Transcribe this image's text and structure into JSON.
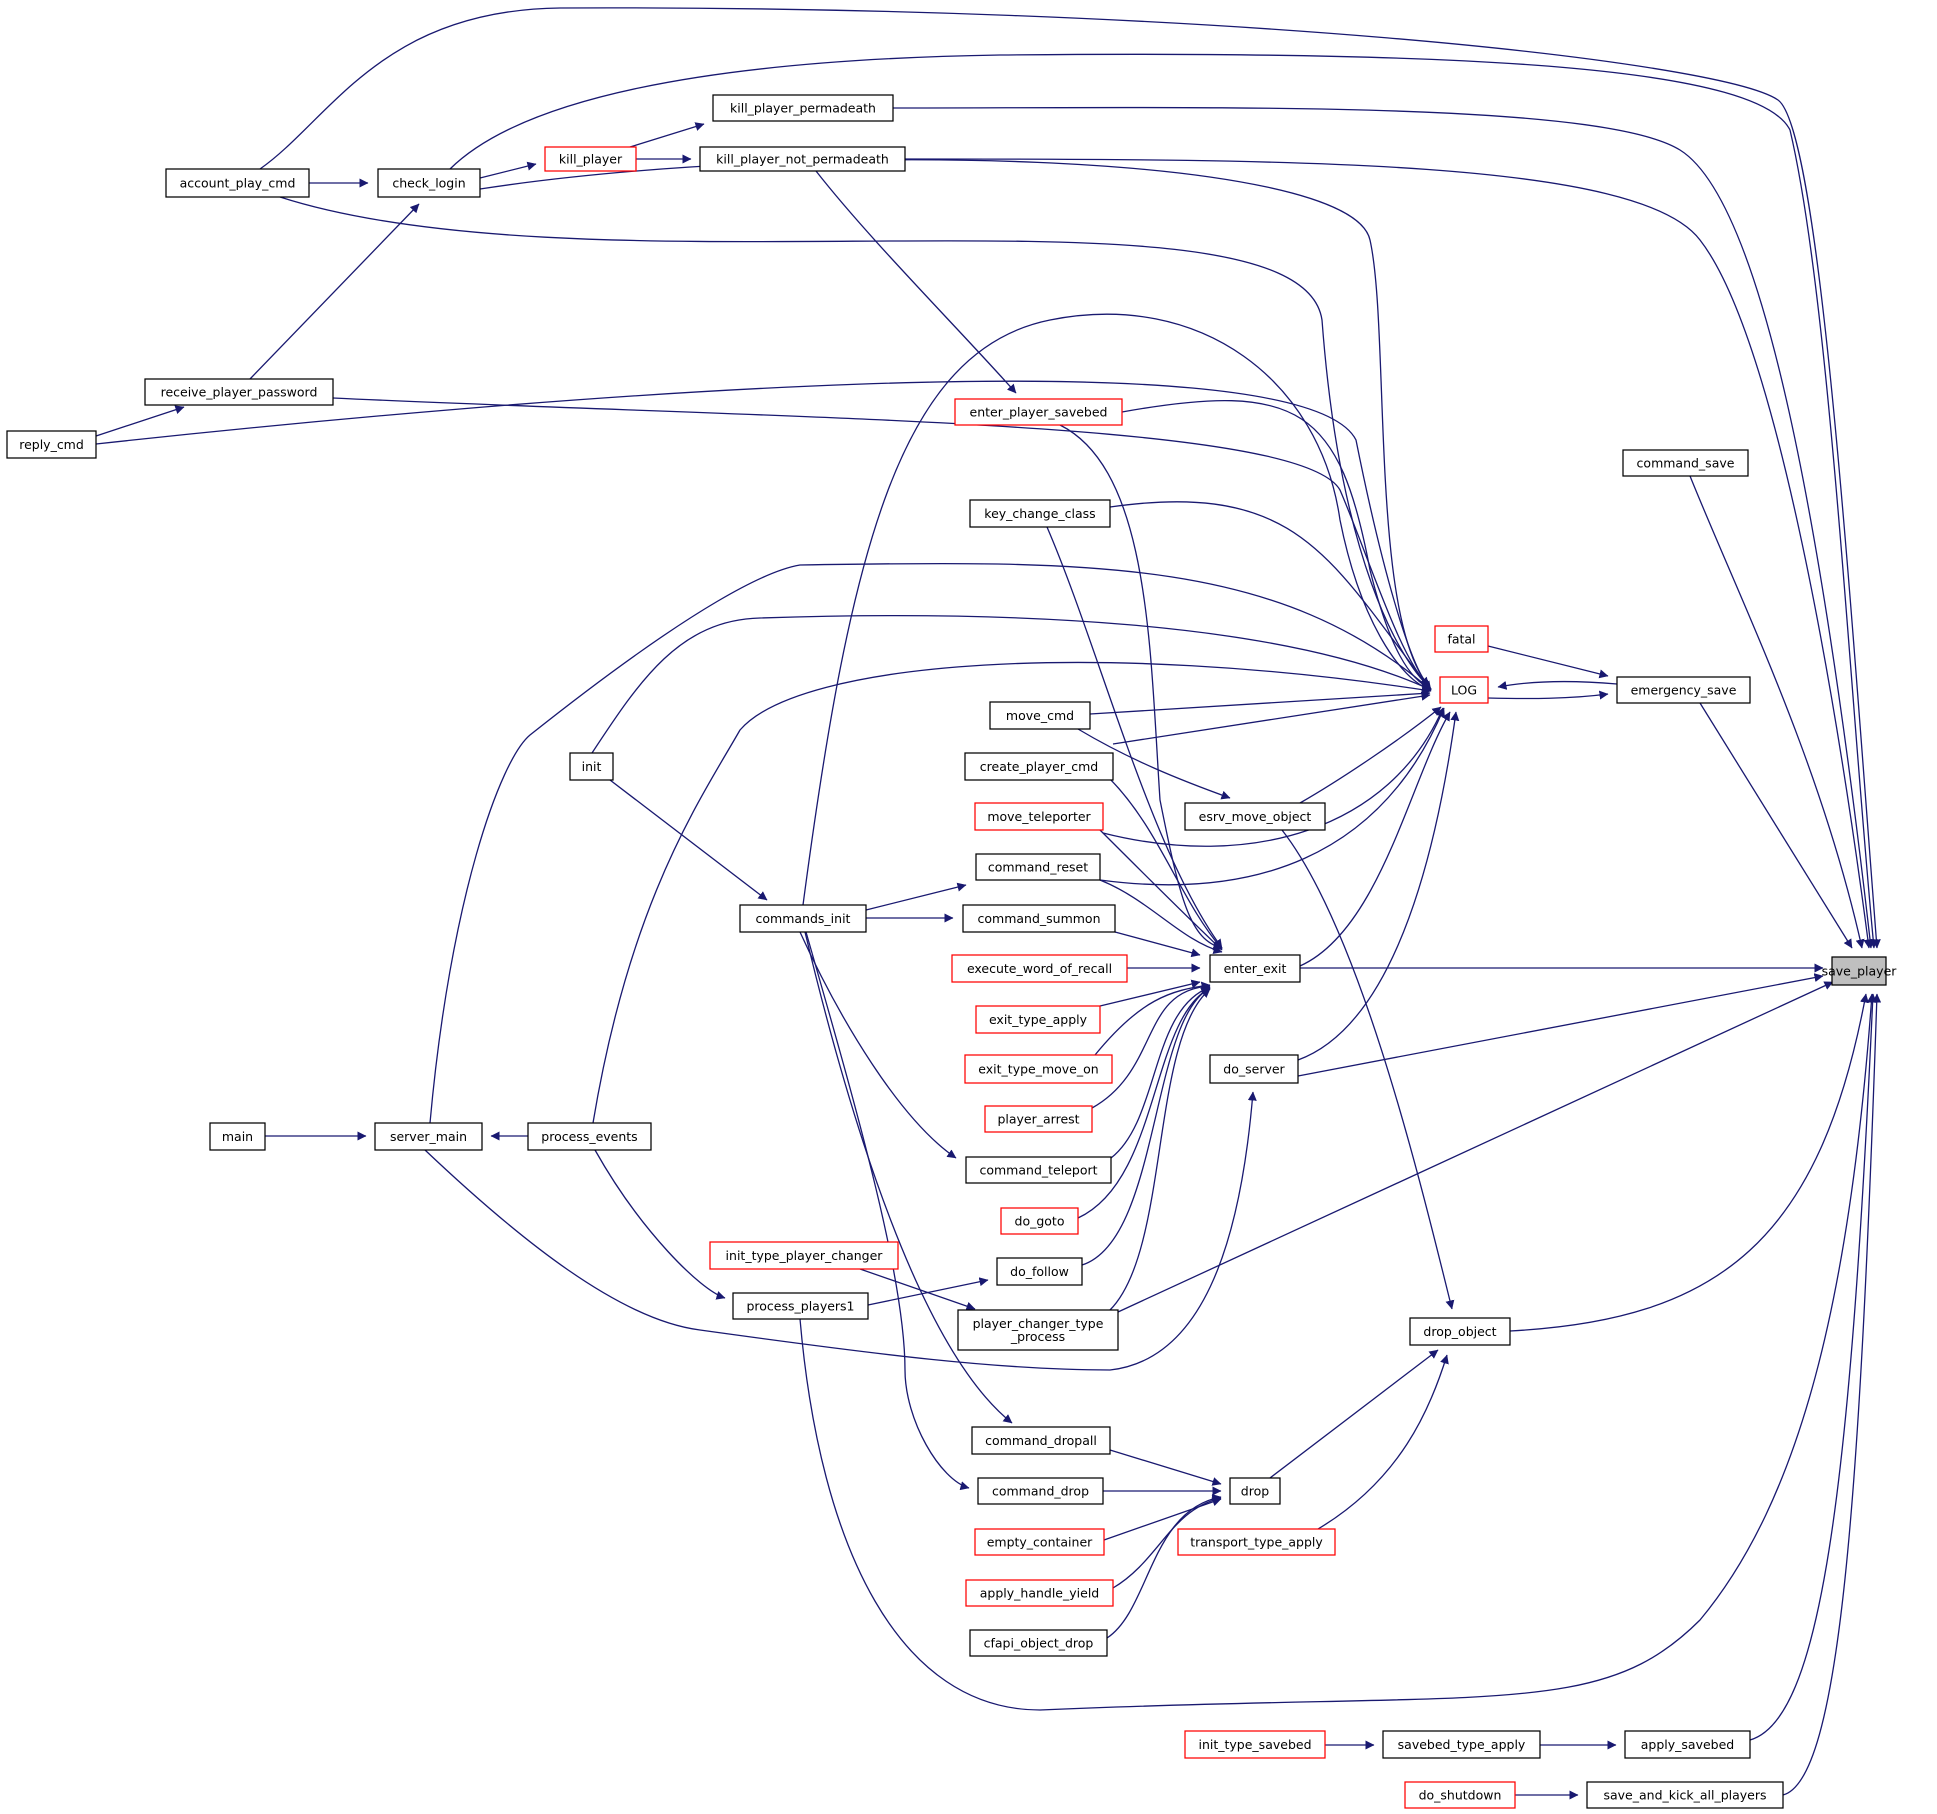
{
  "graph": {
    "edge_color": "#191970",
    "truncated_border_color": "#ff0000",
    "root_fill_color": "#bfbfbf",
    "nodes": [
      {
        "id": "save_player",
        "lines": [
          "save_player"
        ],
        "root": true
      },
      {
        "id": "account_play_cmd",
        "lines": [
          "account_play_cmd"
        ]
      },
      {
        "id": "check_login",
        "lines": [
          "check_login"
        ]
      },
      {
        "id": "kill_player",
        "lines": [
          "kill_player"
        ],
        "truncated": true
      },
      {
        "id": "kill_player_permadeath",
        "lines": [
          "kill_player_permadeath"
        ]
      },
      {
        "id": "kill_player_not_permadeath",
        "lines": [
          "kill_player_not_permadeath"
        ]
      },
      {
        "id": "receive_player_password",
        "lines": [
          "receive_player_password"
        ]
      },
      {
        "id": "reply_cmd",
        "lines": [
          "reply_cmd"
        ]
      },
      {
        "id": "enter_player_savebed",
        "lines": [
          "enter_player_savebed"
        ],
        "truncated": true
      },
      {
        "id": "command_save",
        "lines": [
          "command_save"
        ]
      },
      {
        "id": "key_change_class",
        "lines": [
          "key_change_class"
        ]
      },
      {
        "id": "fatal",
        "lines": [
          "fatal"
        ],
        "truncated": true
      },
      {
        "id": "LOG",
        "lines": [
          "LOG"
        ],
        "truncated": true
      },
      {
        "id": "emergency_save",
        "lines": [
          "emergency_save"
        ]
      },
      {
        "id": "move_cmd",
        "lines": [
          "move_cmd"
        ]
      },
      {
        "id": "init",
        "lines": [
          "init"
        ]
      },
      {
        "id": "create_player_cmd",
        "lines": [
          "create_player_cmd"
        ]
      },
      {
        "id": "esrv_move_object",
        "lines": [
          "esrv_move_object"
        ]
      },
      {
        "id": "move_teleporter",
        "lines": [
          "move_teleporter"
        ],
        "truncated": true
      },
      {
        "id": "command_reset",
        "lines": [
          "command_reset"
        ]
      },
      {
        "id": "commands_init",
        "lines": [
          "commands_init"
        ]
      },
      {
        "id": "command_summon",
        "lines": [
          "command_summon"
        ]
      },
      {
        "id": "execute_word_of_recall",
        "lines": [
          "execute_word_of_recall"
        ],
        "truncated": true
      },
      {
        "id": "enter_exit",
        "lines": [
          "enter_exit"
        ]
      },
      {
        "id": "exit_type_apply",
        "lines": [
          "exit_type_apply"
        ],
        "truncated": true
      },
      {
        "id": "exit_type_move_on",
        "lines": [
          "exit_type_move_on"
        ],
        "truncated": true
      },
      {
        "id": "do_server",
        "lines": [
          "do_server"
        ]
      },
      {
        "id": "player_arrest",
        "lines": [
          "player_arrest"
        ],
        "truncated": true
      },
      {
        "id": "main",
        "lines": [
          "main"
        ]
      },
      {
        "id": "server_main",
        "lines": [
          "server_main"
        ]
      },
      {
        "id": "process_events",
        "lines": [
          "process_events"
        ]
      },
      {
        "id": "command_teleport",
        "lines": [
          "command_teleport"
        ]
      },
      {
        "id": "do_goto",
        "lines": [
          "do_goto"
        ],
        "truncated": true
      },
      {
        "id": "init_type_player_changer",
        "lines": [
          "init_type_player_changer"
        ],
        "truncated": true
      },
      {
        "id": "do_follow",
        "lines": [
          "do_follow"
        ]
      },
      {
        "id": "process_players1",
        "lines": [
          "process_players1"
        ]
      },
      {
        "id": "player_changer_type_process",
        "lines": [
          "player_changer_type",
          "_process"
        ]
      },
      {
        "id": "drop_object",
        "lines": [
          "drop_object"
        ]
      },
      {
        "id": "command_dropall",
        "lines": [
          "command_dropall"
        ]
      },
      {
        "id": "command_drop",
        "lines": [
          "command_drop"
        ]
      },
      {
        "id": "drop",
        "lines": [
          "drop"
        ]
      },
      {
        "id": "empty_container",
        "lines": [
          "empty_container"
        ],
        "truncated": true
      },
      {
        "id": "transport_type_apply",
        "lines": [
          "transport_type_apply"
        ],
        "truncated": true
      },
      {
        "id": "apply_handle_yield",
        "lines": [
          "apply_handle_yield"
        ],
        "truncated": true
      },
      {
        "id": "cfapi_object_drop",
        "lines": [
          "cfapi_object_drop"
        ]
      },
      {
        "id": "init_type_savebed",
        "lines": [
          "init_type_savebed"
        ],
        "truncated": true
      },
      {
        "id": "savebed_type_apply",
        "lines": [
          "savebed_type_apply"
        ]
      },
      {
        "id": "apply_savebed",
        "lines": [
          "apply_savebed"
        ]
      },
      {
        "id": "do_shutdown",
        "lines": [
          "do_shutdown"
        ],
        "truncated": true
      },
      {
        "id": "save_and_kick_all_players",
        "lines": [
          "save_and_kick_all_players"
        ]
      }
    ]
  }
}
